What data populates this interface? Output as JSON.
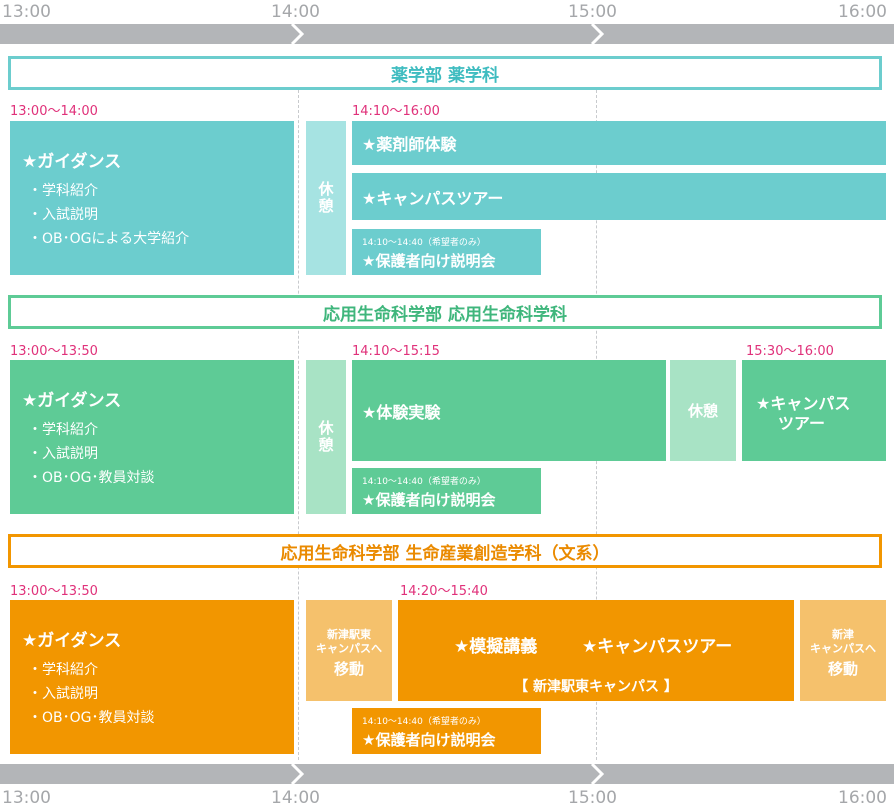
{
  "colors": {
    "teal": "#6ccdce",
    "teal_light": "#a6e3e2",
    "green": "#5ecb96",
    "green_light": "#a8e3c5",
    "orange": "#f29600",
    "orange_light": "#f5c16c",
    "time_pink": "#e0317a",
    "axis_gray": "#b3b5b8"
  },
  "axis": {
    "t1": "13:00",
    "t2": "14:00",
    "t3": "15:00",
    "t4": "16:00"
  },
  "sections": [
    {
      "title": "薬学部 薬学科",
      "guidance_time": "13:00〜14:00",
      "guidance_title": "★ガイダンス",
      "guidance_items": [
        "・学科紹介",
        "・入試説明",
        "・OB･OGによる大学紹介"
      ],
      "break_label": "休憩",
      "activity_time": "14:10〜16:00",
      "activities": [
        "★薬剤師体験",
        "★キャンパスツアー"
      ],
      "parent_time": "14:10〜14:40（希望者のみ）",
      "parent_title": "★保護者向け説明会"
    },
    {
      "title": "応用生命科学部 応用生命科学科",
      "guidance_time": "13:00〜13:50",
      "guidance_title": "★ガイダンス",
      "guidance_items": [
        "・学科紹介",
        "・入試説明",
        "・OB･OG･教員対談"
      ],
      "break_label": "休憩",
      "activity_time": "14:10〜15:15",
      "activity": "★体験実験",
      "break2_label": "休憩",
      "tour_time": "15:30〜16:00",
      "tour_line1": "★キャンパス",
      "tour_line2": "ツアー",
      "parent_time": "14:10〜14:40（希望者のみ）",
      "parent_title": "★保護者向け説明会"
    },
    {
      "title": "応用生命科学部 生命産業創造学科（文系）",
      "guidance_time": "13:00〜13:50",
      "guidance_title": "★ガイダンス",
      "guidance_items": [
        "・学科紹介",
        "・入試説明",
        "・OB･OG･教員対談"
      ],
      "move1_line1": "新津駅東",
      "move1_line2": "キャンパスへ",
      "move1_line3": "移動",
      "activity_time": "14:20〜15:40",
      "activity_a": "★模擬講義",
      "activity_b": "★キャンパスツアー",
      "activity_place": "【 新津駅東キャンパス 】",
      "move2_line1": "新津",
      "move2_line2": "キャンパスへ",
      "move2_line3": "移動",
      "parent_time": "14:10〜14:40（希望者のみ）",
      "parent_title": "★保護者向け説明会"
    }
  ]
}
